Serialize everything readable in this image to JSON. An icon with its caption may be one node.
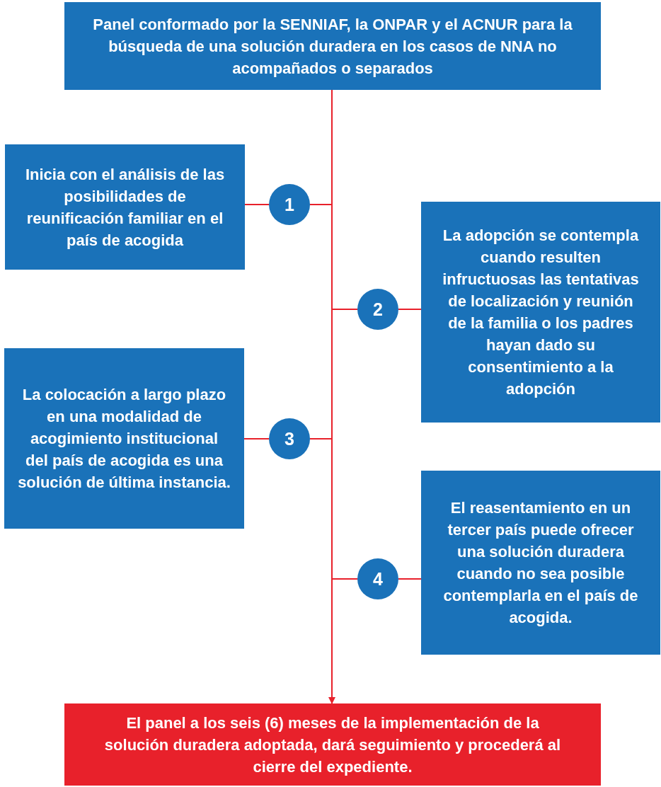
{
  "diagram": {
    "nodes": [
      {
        "text": [
          "Panel conformado por la SENNIAF, la ONPAR y el ACNUR para la búsqueda de una solución duradera en los casos de NNA no acompañados o separados"
        ]
      },
      {
        "text": [
          "Inicia con el análisis de las posibilidades de reunificación familiar en el país de acogida"
        ]
      },
      {
        "text": [
          "1"
        ]
      },
      {
        "text": [
          "La adopción se contempla cuando resulten infructuosas las tentativas de localización y reunión de la familia o los padres hayan dado su consentimiento a la adopción"
        ]
      },
      {
        "text": [
          "2"
        ]
      },
      {
        "text": [
          "La colocación a largo plazo en una modalidad de acogimiento institucional del país de acogida es una solución de última instancia."
        ]
      },
      {
        "text": [
          "3"
        ]
      },
      {
        "text": [
          "El reasentamiento en un tercer país puede ofrecer una solución duradera cuando no sea posible contemplarla en el país de acogida."
        ]
      },
      {
        "text": [
          "4"
        ]
      },
      {
        "text": [
          "El panel a los seis (6) meses de la implementación de la solución duradera adoptada, dará seguimiento y procederá al cierre del expediente."
        ]
      }
    ],
    "edges": [
      {
        "from": 0,
        "to": 2,
        "arrow": "none"
      },
      {
        "from": 2,
        "to": 1,
        "arrow": "none"
      },
      {
        "from": 0,
        "to": 4,
        "arrow": "none"
      },
      {
        "from": 4,
        "to": 3,
        "arrow": "none"
      },
      {
        "from": 0,
        "to": 6,
        "arrow": "none"
      },
      {
        "from": 6,
        "to": 5,
        "arrow": "none"
      },
      {
        "from": 0,
        "to": 8,
        "arrow": "none"
      },
      {
        "from": 8,
        "to": 7,
        "arrow": "none"
      },
      {
        "from": 0,
        "to": 9,
        "arrow": "to"
      }
    ]
  }
}
